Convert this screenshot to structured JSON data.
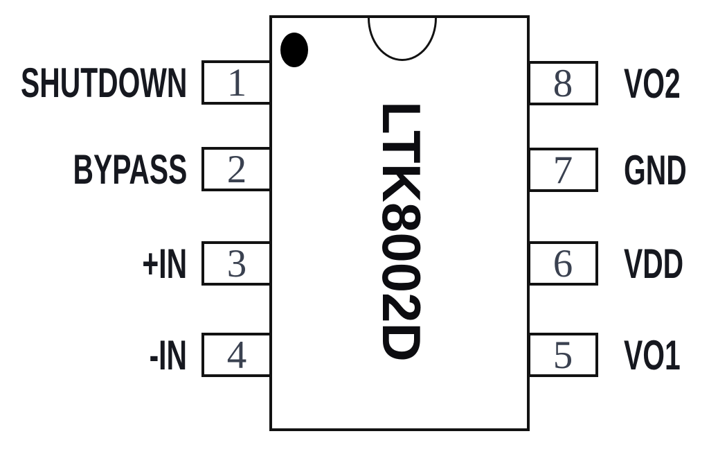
{
  "chip": {
    "label": "LTK8002D"
  },
  "pins": {
    "left": [
      {
        "number": "1",
        "name": "SHUTDOWN"
      },
      {
        "number": "2",
        "name": "BYPASS"
      },
      {
        "number": "3",
        "name": "+IN"
      },
      {
        "number": "4",
        "name": "-IN"
      }
    ],
    "right": [
      {
        "number": "8",
        "name": "VO2"
      },
      {
        "number": "7",
        "name": "GND"
      },
      {
        "number": "6",
        "name": "VDD"
      },
      {
        "number": "5",
        "name": "VO1"
      }
    ]
  },
  "icons": {
    "pin1_indicator": "filled-black-dot",
    "package_notch": "half-ellipse-notch"
  },
  "colors": {
    "background": "#ffffff",
    "line": "#121212",
    "label_text": "#16181f",
    "pin_number_text": "#3a4150",
    "chip_text": "#0c0c10"
  }
}
